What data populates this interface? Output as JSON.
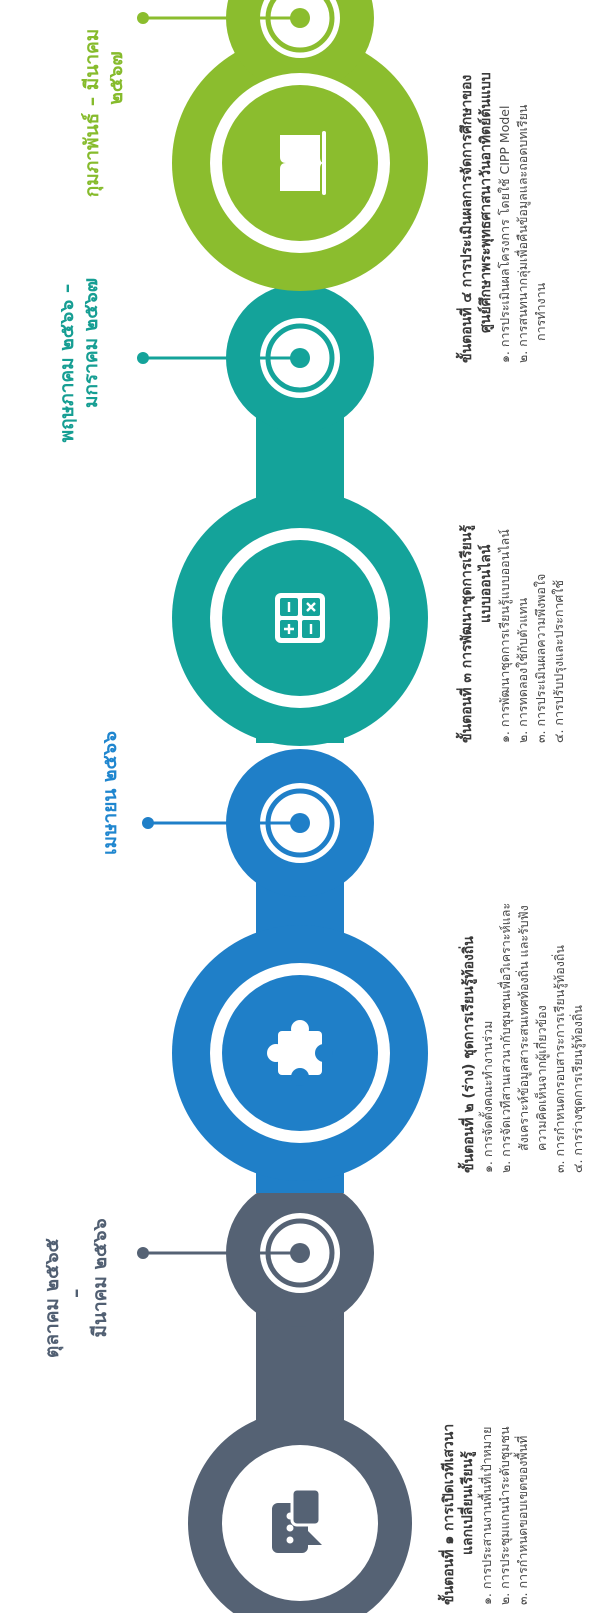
{
  "colors": {
    "step1": "#556274",
    "step2": "#1f7fc8",
    "step3": "#14a39a",
    "step4": "#8bbd2e",
    "date1": "#515f72",
    "date2": "#1f86cf",
    "date3": "#169e93",
    "date4": "#86bb2c"
  },
  "icons": [
    "chat-icon",
    "puzzle-icon",
    "calculator-icon",
    "book-icon"
  ],
  "timeline": {
    "date1": {
      "line1": "ตุลาคม ๒๕๖๕",
      "line2": "–",
      "line3": "มีนาคม ๒๕๖๖"
    },
    "date2": {
      "line1": "เมษายน ๒๕๖๖"
    },
    "date3": {
      "line1": "พฤษภาคม ๒๕๖๖ –",
      "line2": "มกราคม ๒๕๖๗"
    },
    "date4": {
      "line1": "กุมภาพันธ์ – มีนาคม",
      "line2": "๒๕๖๗"
    }
  },
  "steps": [
    {
      "title": "ขั้นตอนที่ ๑ การเปิดเวทีเสวนา",
      "title2": "แลกเปลี่ยนเรียนรู้",
      "items": [
        "๑. การประสานงานพื้นที่เป้าหมาย",
        "๒. การประชุมแกนนำระดับชุมชน",
        "๓. การกำหนดขอบเขตของพื้นที่"
      ]
    },
    {
      "title": "ขั้นตอนที่ ๒ (ร่าง) ชุดการเรียนรู้ท้องถิ่น",
      "items": [
        "๑. การจัดตั้งคณะทำงานร่วม",
        "๒. การจัดเวทีสานเสวนากับชุมชนเพื่อวิเคราะห์และ",
        "สังเคราะห์ข้อมูลสาระสนเทศท้องถิ่น และรับฟัง",
        "ความคิดเห็นจากผู้เกี่ยวข้อง",
        "๓. การกำหนดกรอบสาระการเรียนรู้ท้องถิ่น",
        "๔. การร่างชุดการเรียนรู้ท้องถิ่น"
      ]
    },
    {
      "title": "ขั้นตอนที่ ๓ การพัฒนาชุดการเรียนรู้",
      "title2": "แบบออนไลน์",
      "items": [
        "๑. การพัฒนาชุดการเรียนรู้แบบออนไลน์",
        "๒. การทดลองใช้กับตัวแทน",
        "๓. การประเมินผลความพึงพอใจ",
        "๔. การปรับปรุงและประกาศใช้"
      ]
    },
    {
      "title": "ขั้นตอนที่ ๔ การประเมินผลการจัดการศึกษาของ",
      "title2": "ศูนย์ศึกษาพระพุทธศาสนาวันอาทิตย์ต้นแบบ",
      "items": [
        "๑. การประเมินผลโครงการ โดยใช้ CIPP Model",
        "๒. การสนทนากลุ่มเพื่อคืนข้อมูลและถอดบทเรียน",
        "การทำงาน"
      ]
    }
  ]
}
